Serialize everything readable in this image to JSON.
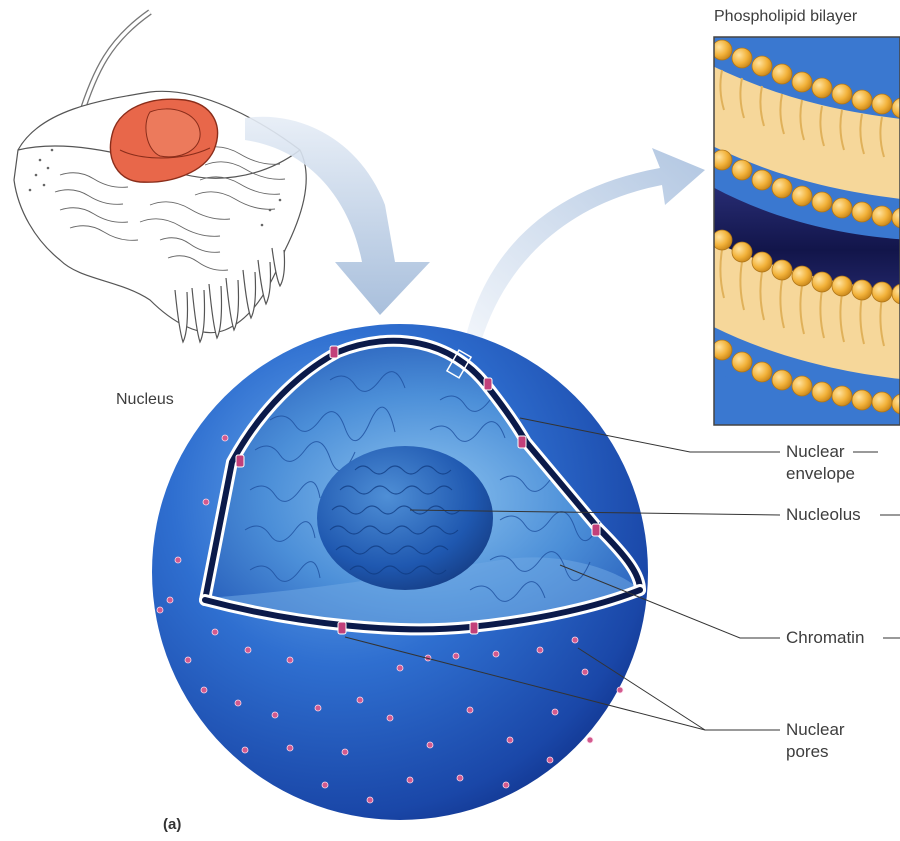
{
  "figure": {
    "panel_title": "Phospholipid bilayer",
    "panel_letter": "(a)",
    "labels": {
      "nucleus": "Nucleus",
      "nuclear_envelope_line1": "Nuclear",
      "nuclear_envelope_line2": "envelope",
      "nucleolus": "Nucleolus",
      "chromatin": "Chromatin",
      "nuclear_pores_line1": "Nuclear",
      "nuclear_pores_line2": "pores"
    }
  },
  "colors": {
    "nucleus_blue": "#2f6fd0",
    "nucleus_dark": "#0d2f8a",
    "envelope_dark": "#0b1a4a",
    "highlighted_nucleus": "#e8674a",
    "lipid_head": "#f2b23a",
    "lipid_tail": "#f6d79a",
    "bilayer_core": "#1c1f5a",
    "pore_pink": "#c2407a"
  }
}
